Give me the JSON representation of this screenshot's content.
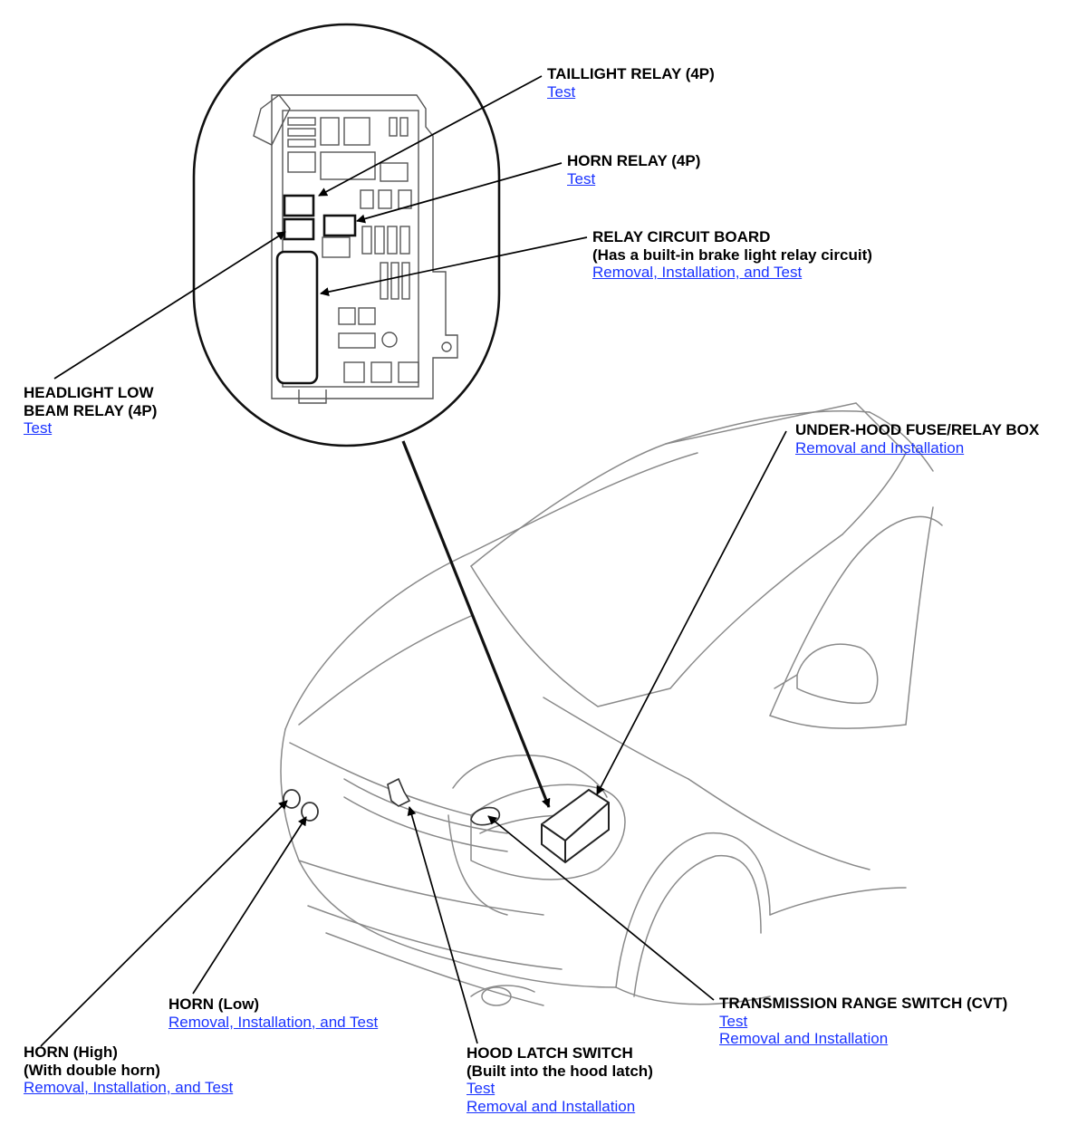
{
  "labels": {
    "taillight_relay": {
      "title": "TAILLIGHT RELAY (4P)",
      "links": [
        "Test"
      ]
    },
    "horn_relay": {
      "title": "HORN RELAY (4P)",
      "links": [
        "Test"
      ]
    },
    "relay_circuit_board": {
      "title": "RELAY CIRCUIT BOARD",
      "subtitle": "(Has a built-in brake light relay circuit)",
      "links": [
        "Removal, Installation, and Test"
      ]
    },
    "headlight_low_beam_relay": {
      "title_line1": "HEADLIGHT LOW",
      "title_line2": "BEAM RELAY (4P)",
      "links": [
        "Test"
      ]
    },
    "under_hood_fuse_relay_box": {
      "title": "UNDER-HOOD FUSE/RELAY BOX",
      "links": [
        "Removal and Installation"
      ]
    },
    "horn_low": {
      "title": "HORN (Low)",
      "links": [
        "Removal, Installation, and Test"
      ]
    },
    "transmission_range_switch": {
      "title": "TRANSMISSION RANGE SWITCH (CVT)",
      "links": [
        "Test",
        "Removal and Installation"
      ]
    },
    "horn_high": {
      "title": "HORN (High)",
      "subtitle": "(With double horn)",
      "links": [
        "Removal, Installation, and Test"
      ]
    },
    "hood_latch_switch": {
      "title": "HOOD LATCH SWITCH",
      "subtitle": "(Built into the hood latch)",
      "links": [
        "Test",
        "Removal and Installation"
      ]
    }
  },
  "colors": {
    "link": "#1a33ff",
    "line": "#000000",
    "drawing": "#8a8a8a"
  }
}
